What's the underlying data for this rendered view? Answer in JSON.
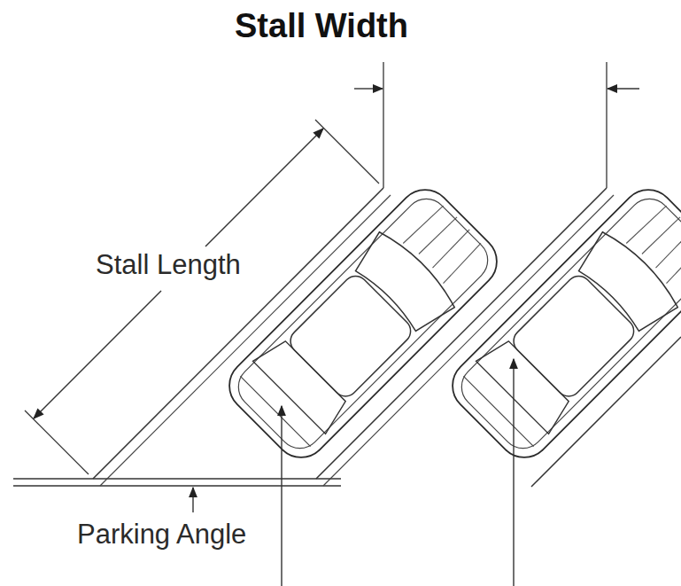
{
  "diagram": {
    "title": "Stall Width",
    "labels": [
      "Stall Length",
      "Parking Angle"
    ]
  }
}
